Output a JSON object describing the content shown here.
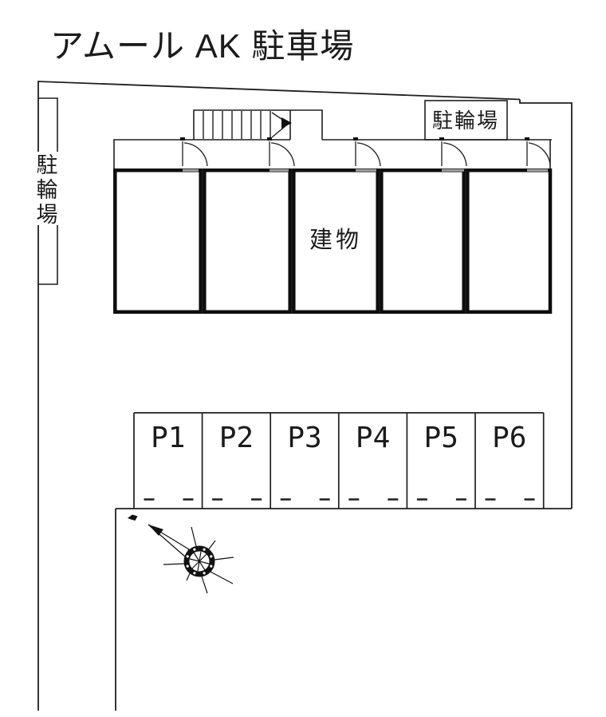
{
  "title": "アムール AK 駐車場",
  "site": {
    "building_label": "建物",
    "bicycle_left": {
      "label": "駐輪場",
      "chars": [
        "駐",
        "輪",
        "場"
      ]
    },
    "bicycle_top": {
      "label": "駐輪場"
    },
    "parking_spaces": [
      "P1",
      "P2",
      "P3",
      "P4",
      "P5",
      "P6"
    ]
  },
  "icons": {
    "north_compass": "compass-north-arrow",
    "stairs": "staircase-up-arrow"
  },
  "colors": {
    "line": "#1f1f1f",
    "wall": "#0d0d0d",
    "threshold": "#a0a0a0",
    "background": "#ffffff"
  }
}
